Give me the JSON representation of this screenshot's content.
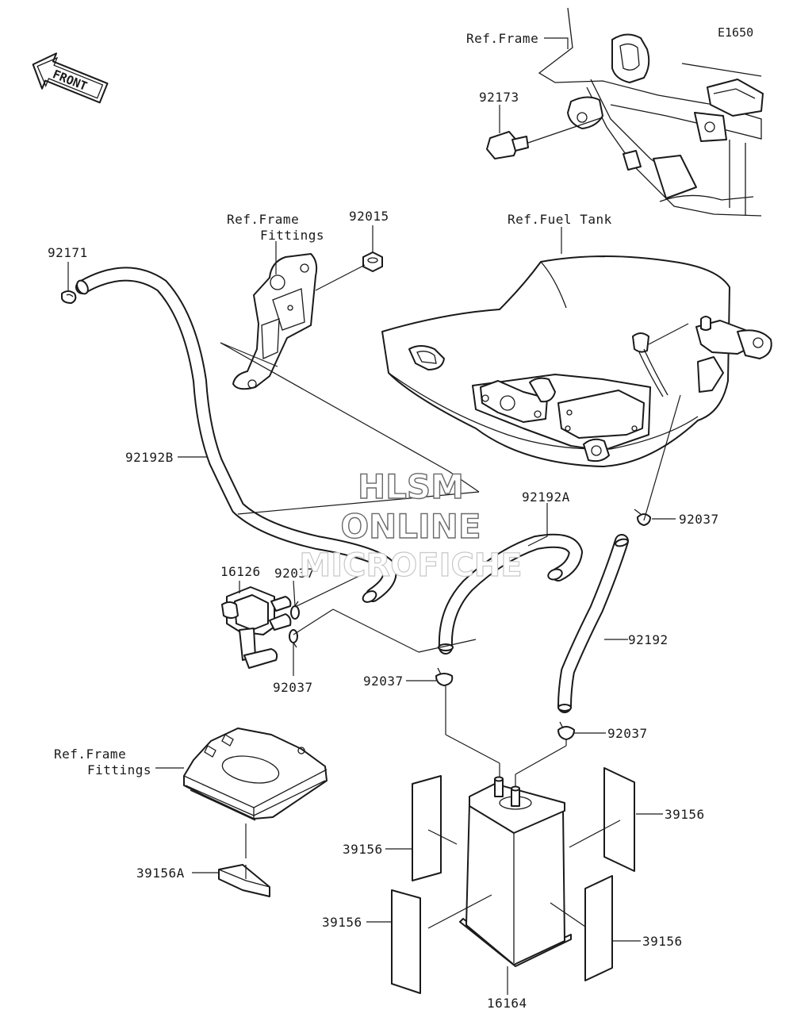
{
  "diagram_code": "E1650",
  "front_label": "FRONT",
  "watermark": {
    "line1": "HLSM",
    "line2": "ONLINE",
    "line3": "MICROFICHE"
  },
  "refs": {
    "frame_top": "Ref.Frame",
    "frame_fittings_1_a": "Ref.Frame",
    "frame_fittings_1_b": "Fittings",
    "fuel_tank": "Ref.Fuel Tank",
    "frame_fittings_2_a": "Ref.Frame",
    "frame_fittings_2_b": "Fittings"
  },
  "parts": {
    "p92173": "92173",
    "p92015": "92015",
    "p92171": "92171",
    "p92192B": "92192B",
    "p92192A": "92192A",
    "p92037_a": "92037",
    "p16126": "16126",
    "p92037_b": "92037",
    "p92037_c": "92037",
    "p92192": "92192",
    "p92037_d": "92037",
    "p92037_e": "92037",
    "p39156_a": "39156",
    "p39156_b": "39156",
    "p39156_c": "39156",
    "p39156_d": "39156",
    "p39156A": "39156A",
    "p16164": "16164"
  }
}
